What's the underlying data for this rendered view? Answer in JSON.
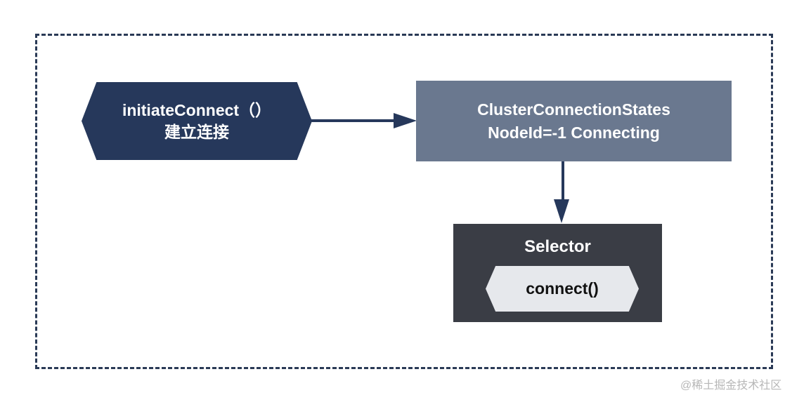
{
  "diagram": {
    "initiate": {
      "line1": "initiateConnect（）",
      "line2": "建立连接"
    },
    "states": {
      "line1": "ClusterConnectionStates",
      "line2": "NodeId=-1 Connecting"
    },
    "selector": {
      "title": "Selector",
      "method": "connect()"
    }
  },
  "watermark": "@稀土掘金技术社区",
  "colors": {
    "frame_border": "#2a3a56",
    "initiate_fill": "#26385b",
    "states_fill": "#6a788f",
    "selector_fill": "#3a3d45",
    "connect_fill": "#e6e8ec",
    "arrow": "#26385b"
  }
}
